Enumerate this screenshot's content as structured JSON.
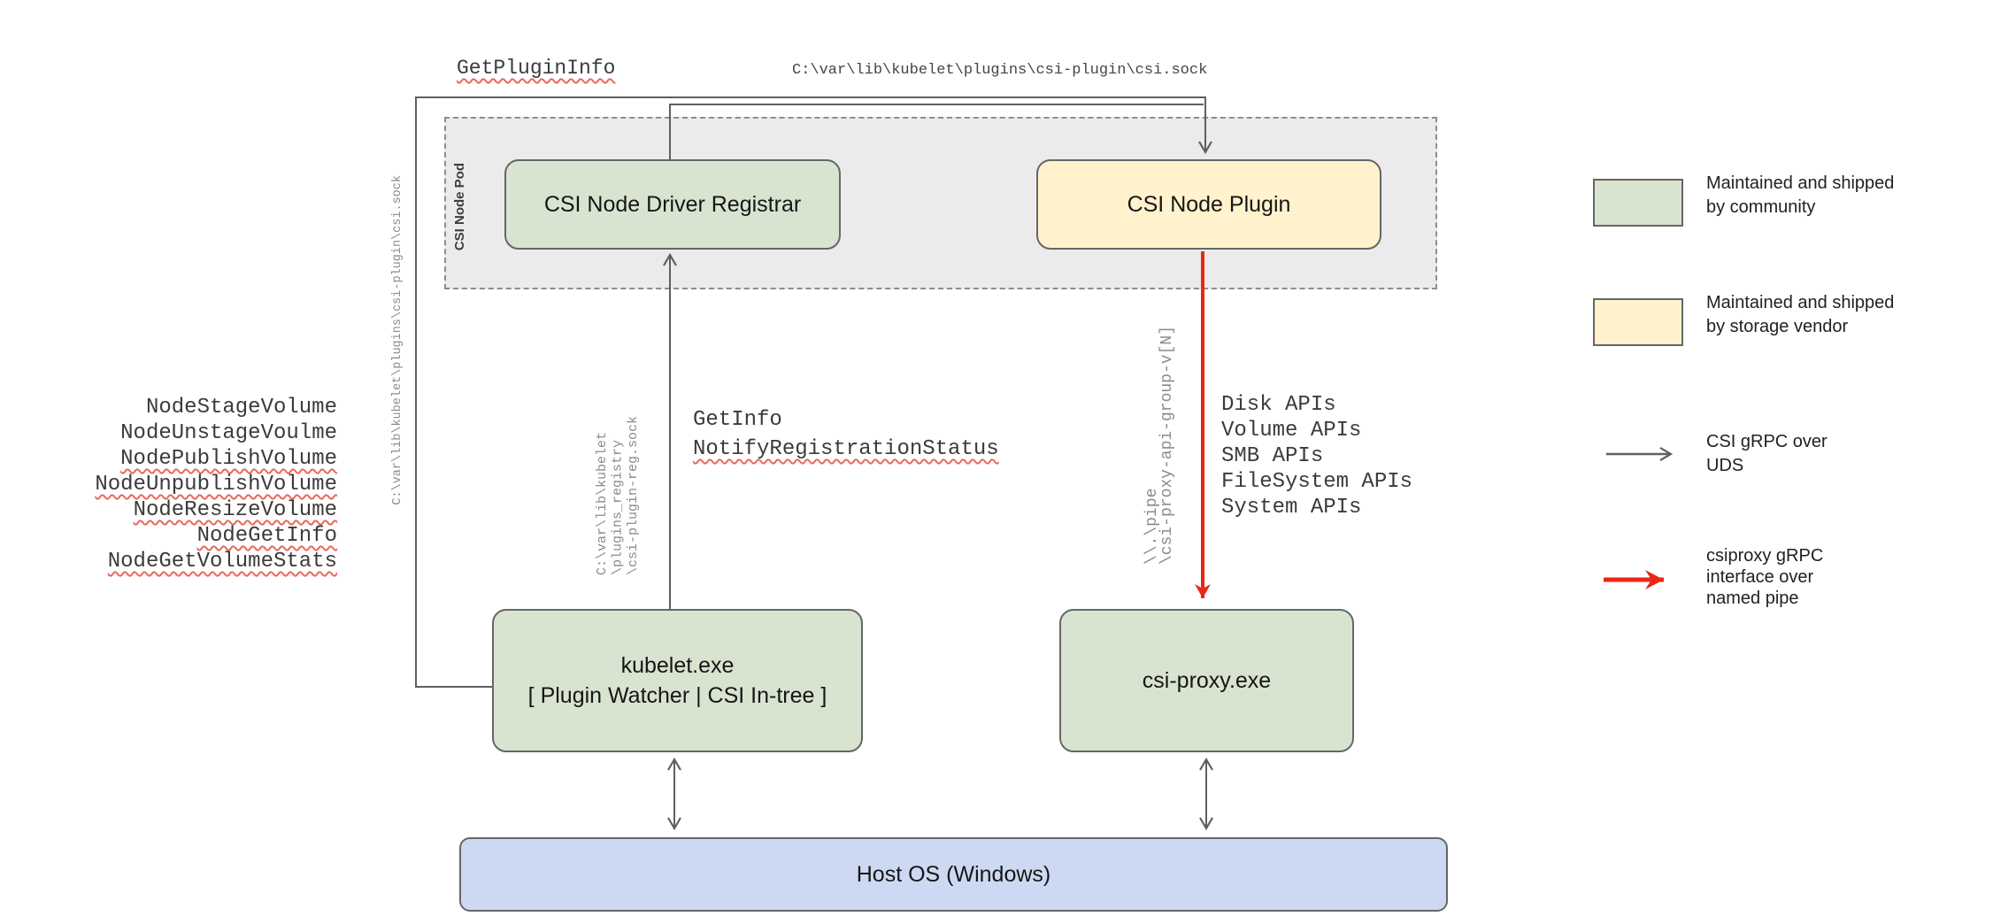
{
  "labels": {
    "get_plugin_info": "GetPluginInfo",
    "csi_sock_path_top": "C:\\var\\lib\\kubelet\\plugins\\csi-plugin\\csi.sock",
    "csi_sock_path_left": "C:\\var\\lib\\kubelet\\plugins\\csi-plugin\\csi.sock",
    "registry_sock_path": "C:\\var\\lib\\kubelet\n\\plugins_registry\n\\csi-plugin-reg.sock",
    "pipe_path": "\\\\.\\pipe\n\\csi-proxy-api-group-v[N]",
    "get_info": "GetInfo",
    "notify_registration_status": "NotifyRegistrationStatus",
    "pod_label": "CSI Node Pod"
  },
  "node_methods": [
    "NodeStageVolume",
    "NodeUnstageVoulme",
    "NodePublishVolume",
    "NodeUnpublishVolume",
    "NodeResizeVolume",
    "NodeGetInfo",
    "NodeGetVolumeStats"
  ],
  "proxy_apis": [
    "Disk APIs",
    "Volume APIs",
    "SMB APIs",
    "FileSystem APIs",
    "System APIs"
  ],
  "boxes": {
    "registrar": "CSI Node Driver Registrar",
    "plugin": "CSI Node Plugin",
    "kubelet_line1": "kubelet.exe",
    "kubelet_line2": "[ Plugin Watcher | CSI In-tree ]",
    "csi_proxy": "csi-proxy.exe",
    "host_os": "Host OS (Windows)"
  },
  "legend": {
    "items": [
      {
        "swatch": "green",
        "text": "Maintained and shipped\nby community"
      },
      {
        "swatch": "yellow",
        "text": "Maintained and shipped\nby storage vendor"
      },
      {
        "arrow": "gray-arrow",
        "text": "CSI gRPC over\nUDS"
      },
      {
        "arrow": "red-arrow",
        "text": "csiproxy gRPC\ninterface over\nnamed pipe"
      }
    ]
  },
  "colors": {
    "community_green": "#d8e4d0",
    "vendor_yellow": "#fff2cc",
    "host_blue": "#cdd9f2",
    "pod_gray": "#ebebeb",
    "line_gray": "#5f5f5f",
    "grpc_red": "#ea2616",
    "squiggle_red": "#e8695c"
  }
}
